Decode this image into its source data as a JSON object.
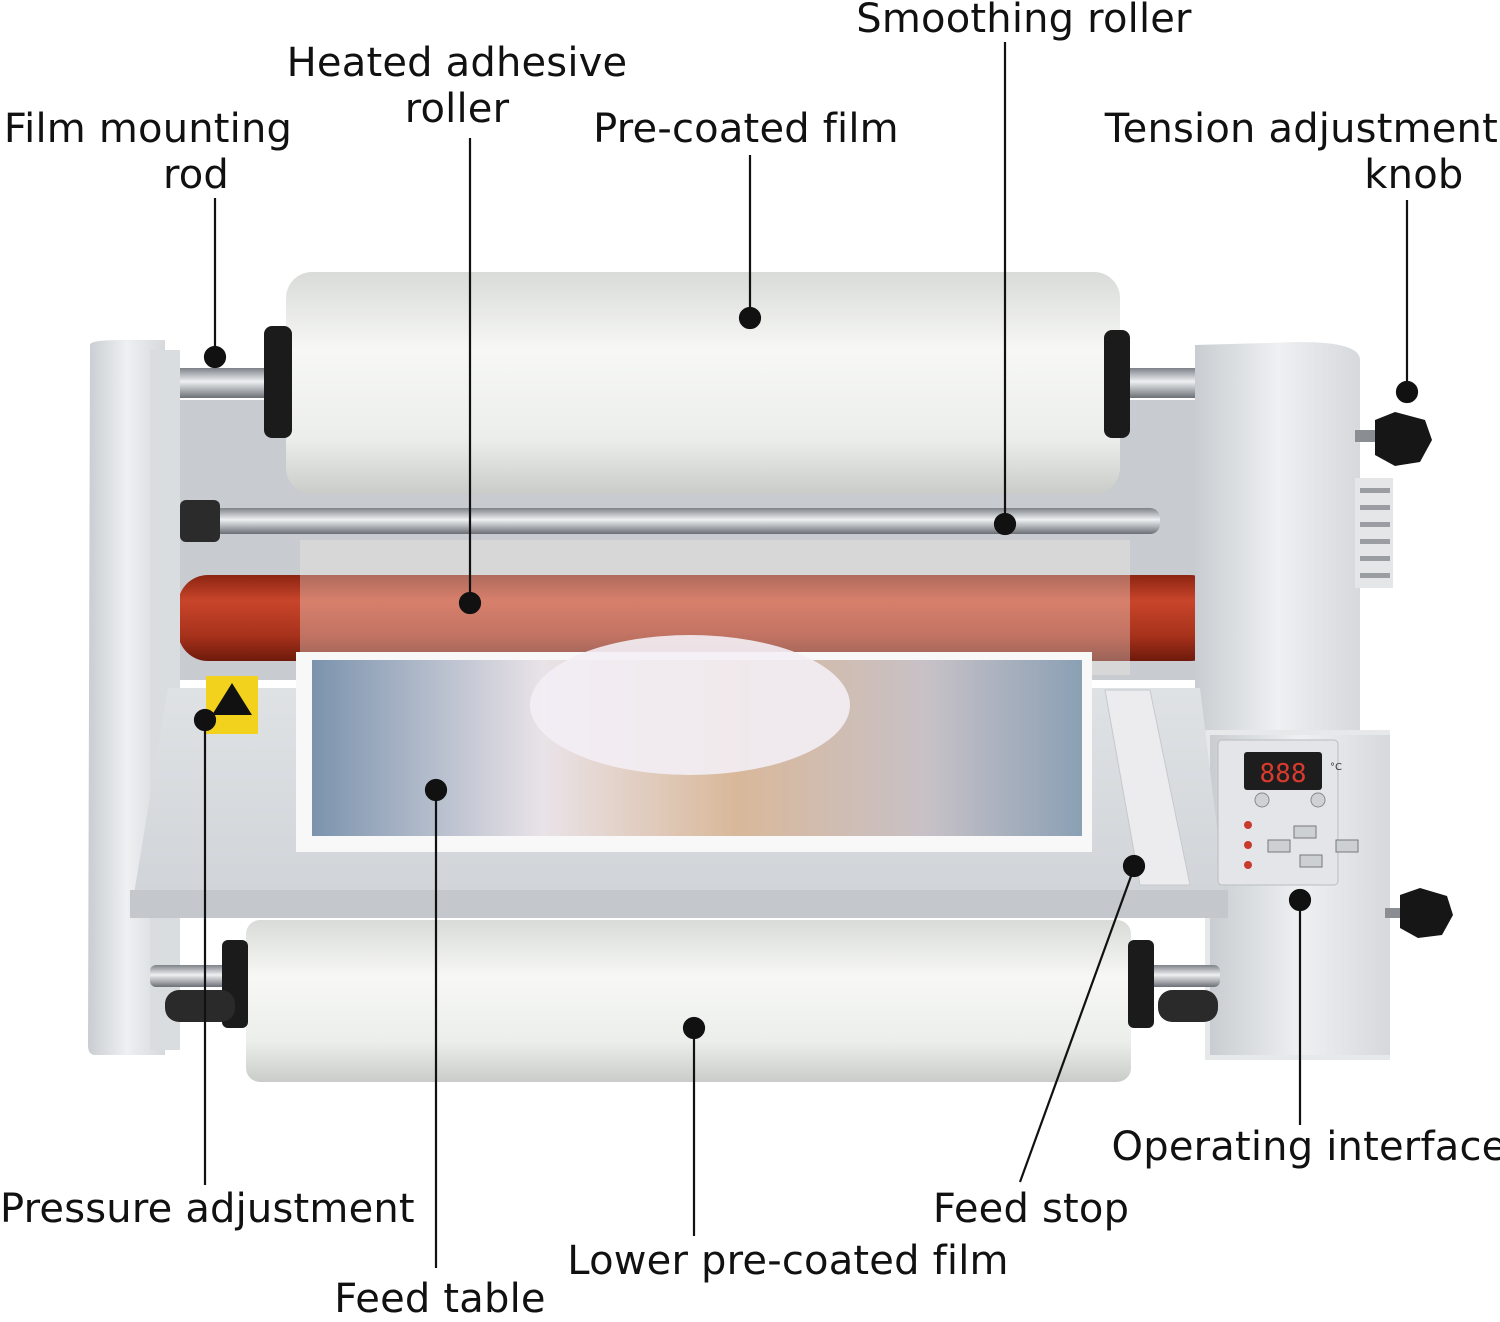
{
  "labels": {
    "film_mounting_rod": [
      "Film mounting",
      "rod"
    ],
    "heated_adhesive_roller": [
      "Heated adhesive",
      "roller"
    ],
    "pre_coated_film": "Pre-coated film",
    "smoothing_roller": "Smoothing roller",
    "tension_adjustment_knob": [
      "Tension adjustment",
      "knob"
    ],
    "pressure_adjustment": "Pressure adjustment",
    "feed_table": "Feed table",
    "lower_pre_coated_film": "Lower pre-coated film",
    "feed_stop": "Feed stop",
    "operating_interface": "Operating interface"
  },
  "control_panel": {
    "display_value": "888",
    "unit": "°C"
  },
  "colors": {
    "background": "#ffffff",
    "housing": "#e9ecef",
    "film_roll": "#f1f2f0",
    "heated_roller": "#b5341c",
    "leader_line": "#111111",
    "display": "#b8332a"
  }
}
